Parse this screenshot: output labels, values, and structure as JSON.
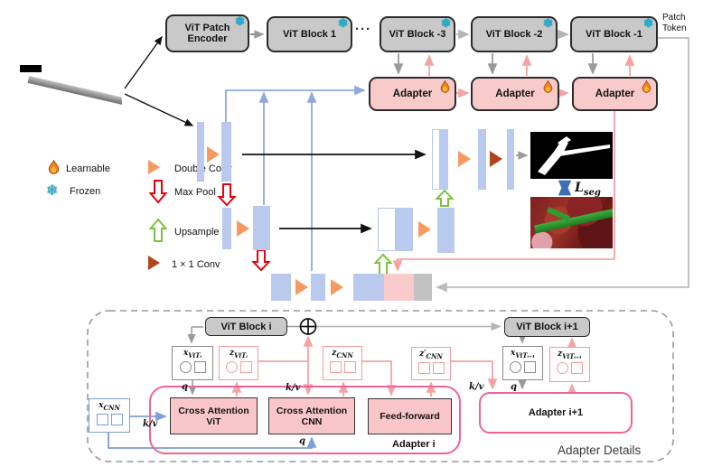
{
  "figure": {
    "top_row": {
      "encoder_lines": [
        "ViT Patch",
        "Encoder"
      ],
      "block1": "ViT Block 1",
      "dots": "···",
      "block_m3": "ViT Block -3",
      "block_m2": "ViT Block -2",
      "block_m1": "ViT Block -1",
      "patch_token_lines": [
        "Patch",
        "Token"
      ]
    },
    "adapter_label": "Adapter",
    "legend": {
      "learnable": "Learnable",
      "frozen": "Frozen",
      "double_conv": "Double Conv",
      "max_pool": "Max Pool",
      "upsample": "Upsample",
      "conv1x1": "1 × 1 Conv"
    },
    "loss": {
      "base": "L",
      "sub": "seg"
    },
    "detail": {
      "vit_block_i": "ViT Block i",
      "vit_block_i1": "ViT Block i+1",
      "ca_vit_lines": [
        "Cross Attention",
        "ViT"
      ],
      "ca_cnn_lines": [
        "Cross Attention",
        "CNN"
      ],
      "feed_forward": "Feed-forward",
      "adapter_i": "Adapter i",
      "adapter_i1": "Adapter i+1",
      "section_label": "Adapter Details",
      "vars": {
        "x_vit_i": {
          "base": "x",
          "sub": "ViTᵢ"
        },
        "z_vit_i": {
          "base": "z",
          "sub": "ViTᵢ"
        },
        "z_cnn": {
          "base": "z",
          "sub": "CNN"
        },
        "zp_cnn": {
          "base": "z′",
          "sub": "CNN"
        },
        "x_vit_i1": {
          "base": "x",
          "sub": "ViTᵢ₊₁"
        },
        "z_vit_i1": {
          "base": "z",
          "sub": "ViTᵢ₊₁"
        },
        "x_cnn": {
          "base": "x",
          "sub": "CNN"
        }
      },
      "ports": {
        "q": "q",
        "kv": "k/v"
      }
    },
    "colors": {
      "block_fill": "#c9c9c9",
      "adapter_fill": "#f8caca",
      "bar_blue": "#bac9ee",
      "bottleneck_pink": "#f9cbcb",
      "bottleneck_gray": "#c2c2c2",
      "pink_line": "#f5a3a3",
      "blue_line": "#8fa9dd",
      "gray_line": "#aaaaaa",
      "orange_triangle": "#f69a61",
      "dark_triangle": "#b24517",
      "red_arrow": "#e8000d",
      "green_arrow": "#7dc242",
      "snowflake_cyan": "#1fb9de",
      "detail_pink_border": "#ee6397",
      "loss_arrow_blue": "#3c6fb5"
    }
  }
}
